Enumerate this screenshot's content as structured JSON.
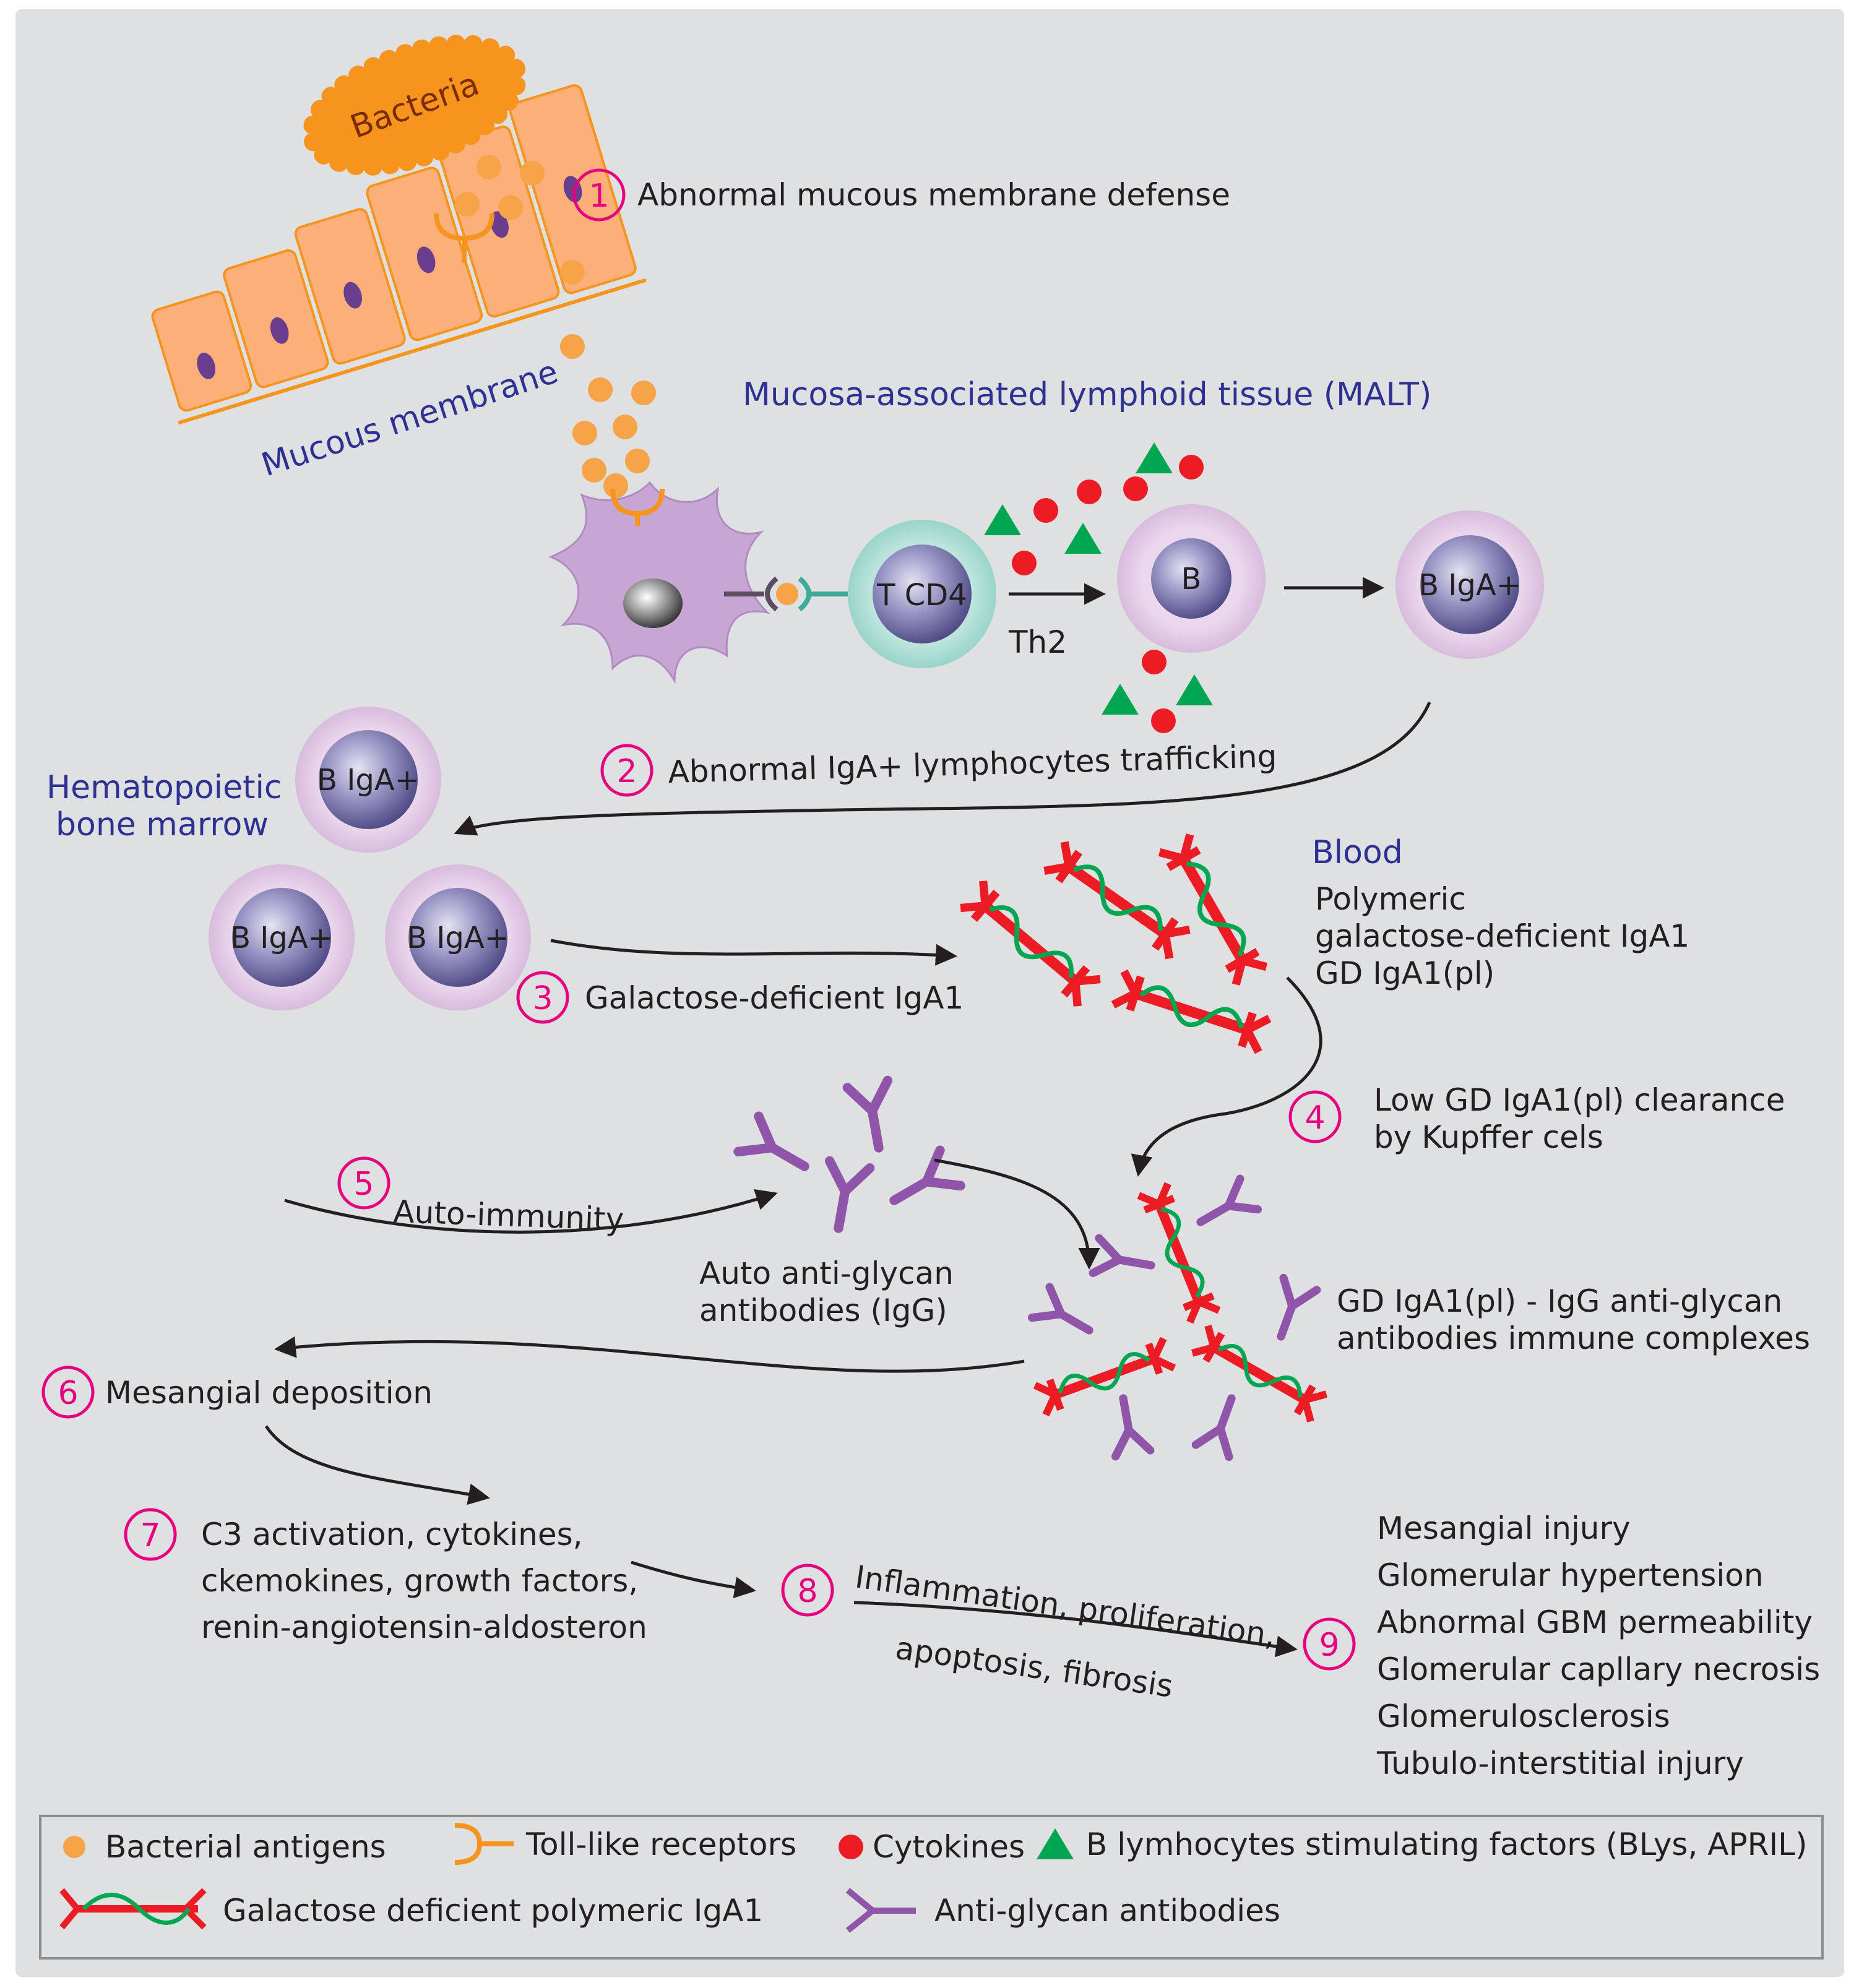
{
  "colors": {
    "background": "#dfe0e2",
    "mucosa_cell": "#fbb07a",
    "mucosa_edge": "#f7941d",
    "nucleus": "#6a3d8f",
    "bacteria": "#f7941d",
    "antigen": "#f7a348",
    "dendritic": "#c7a6d4",
    "t_cell": "#b3e0d8",
    "b_cell_outer": "#e6d0e8",
    "b_cell_inner": "#7d7ab0",
    "cytokine": "#ed1c24",
    "stim_factor": "#00a651",
    "iga_red": "#ed1c24",
    "iga_green": "#00a651",
    "antibody": "#8e55a8",
    "step_circle": "#e6007e",
    "label_blue": "#2e3192"
  },
  "labels": {
    "bacteria": "Bacteria",
    "mucous_membrane": "Mucous membrane",
    "malt": "Mucosa-associated lymphoid tissue (MALT)",
    "t_cd4": "T CD4",
    "th2": "Th2",
    "b": "B",
    "b_iga": "B IgA+",
    "hematopoietic_line1": "Hematopoietic",
    "hematopoietic_line2": "bone marrow",
    "blood": "Blood",
    "polymeric_line1": "Polymeric",
    "polymeric_line2": "galactose-deficient IgA1",
    "polymeric_line3": "GD IgA1(pl)",
    "auto_antibodies_line1": "Auto anti-glycan",
    "auto_antibodies_line2": "antibodies (IgG)",
    "complex_line1": "GD IgA1(pl) - IgG anti-glycan",
    "complex_line2": "antibodies immune complexes"
  },
  "steps": [
    {
      "number": "1",
      "text": "Abnormal mucous membrane defense"
    },
    {
      "number": "2",
      "text": "Abnormal IgA+ lymphocytes trafficking"
    },
    {
      "number": "3",
      "text": "Galactose-deficient IgA1"
    },
    {
      "number": "4",
      "line1": "Low GD IgA1(pl) clearance",
      "line2": "by Kupffer cels"
    },
    {
      "number": "5",
      "text": "Auto-immunity"
    },
    {
      "number": "6",
      "text": "Mesangial deposition"
    },
    {
      "number": "7",
      "line1": "C3 activation, cytokines,",
      "line2": "ckemokines, growth factors,",
      "line3": "renin-angiotensin-aldosteron"
    },
    {
      "number": "8",
      "line1": "Inflammation, proliferation,",
      "line2": "apoptosis, fibrosis"
    },
    {
      "number": "9",
      "outcomes": [
        "Mesangial injury",
        "Glomerular hypertension",
        "Abnormal GBM permeability",
        "Glomerular capllary necrosis",
        "Glomerulosclerosis",
        "Tubulo-interstitial injury"
      ]
    }
  ],
  "legend": {
    "bacterial_antigens": "Bacterial antigens",
    "toll_like_receptors": "Toll-like receptors",
    "cytokines": "Cytokines",
    "b_stim_factors": "B lymhocytes stimulating factors (BLys, APRIL)",
    "gd_polymeric_iga1": "Galactose deficient polymeric IgA1",
    "anti_glycan_antibodies": "Anti-glycan antibodies"
  },
  "icons": {
    "antigen": "antigen-dot-icon",
    "receptor": "toll-like-receptor-icon",
    "cytokine": "cytokine-dot-icon",
    "stim_factor": "triangle-icon",
    "iga1": "iga1-polymer-icon",
    "antibody": "y-antibody-icon"
  }
}
